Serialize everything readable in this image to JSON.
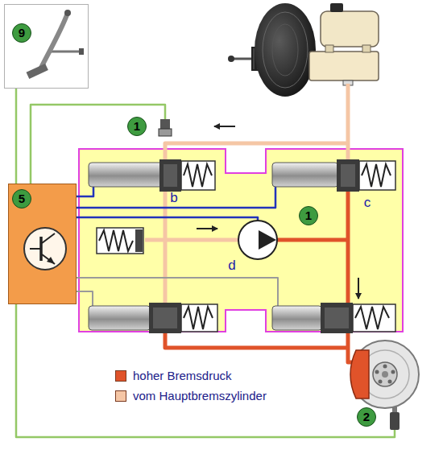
{
  "diagram": {
    "nodes": [
      {
        "text": [
          "9"
        ]
      },
      {
        "text": [
          "5"
        ]
      }
    ],
    "edges": [
      {
        "from": 0,
        "to": 1,
        "arrow": "none"
      }
    ],
    "labels": [
      "1",
      "b",
      "c",
      "1",
      "d",
      "2"
    ],
    "legend": [
      {
        "text": "hoher Bremsdruck",
        "color": "#e0532a"
      },
      {
        "text": "vom Hauptbremszylinder",
        "color": "#f5c6a5"
      }
    ]
  }
}
